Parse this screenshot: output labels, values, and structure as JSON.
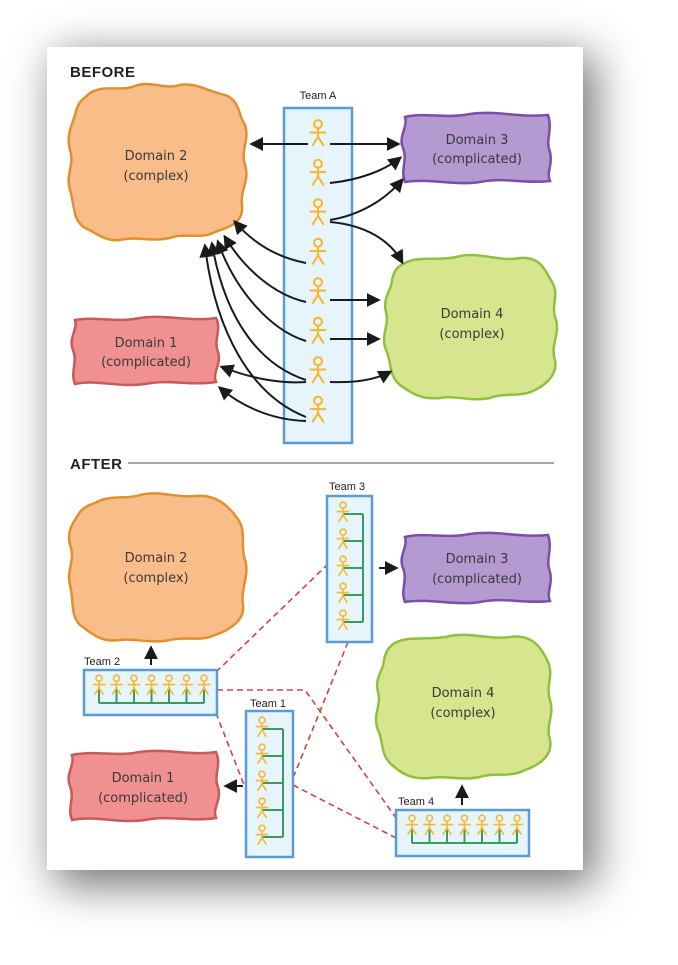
{
  "sections": {
    "before": "BEFORE",
    "after": "AFTER"
  },
  "colors": {
    "complex_orange_fill": "#f9bd8a",
    "complex_orange_stroke": "#e0902e",
    "complicated_purple_fill": "#b49ad0",
    "complicated_purple_stroke": "#7a4fa8",
    "complex_green_fill": "#d8e58f",
    "complex_green_stroke": "#8ec13e",
    "complicated_red_fill": "#f09090",
    "complicated_red_stroke": "#c75a5a",
    "team_box_fill": "#e6f4fc",
    "team_box_stroke": "#5b9bd0",
    "person": "#f7b830",
    "team_link": "#3c9a5f",
    "dashed_link": "#d94040",
    "arrow": "#1a1a1a"
  },
  "before": {
    "team": {
      "label": "Team A",
      "members": 8
    },
    "domains": [
      {
        "id": "d2",
        "name": "Domain 2",
        "type": "(complex)"
      },
      {
        "id": "d3",
        "name": "Domain 3",
        "type": "(complicated)"
      },
      {
        "id": "d4",
        "name": "Domain 4",
        "type": "(complex)"
      },
      {
        "id": "d1",
        "name": "Domain 1",
        "type": "(complicated)"
      }
    ]
  },
  "after": {
    "teams": [
      {
        "id": "t3",
        "label": "Team 3",
        "members": 5,
        "serves": "Domain 3"
      },
      {
        "id": "t2",
        "label": "Team 2",
        "members": 7,
        "serves": "Domain 2"
      },
      {
        "id": "t1",
        "label": "Team 1",
        "members": 5,
        "serves": "Domain 1"
      },
      {
        "id": "t4",
        "label": "Team 4",
        "members": 7,
        "serves": "Domain 4"
      }
    ],
    "domains": [
      {
        "id": "d2",
        "name": "Domain 2",
        "type": "(complex)"
      },
      {
        "id": "d3",
        "name": "Domain 3",
        "type": "(complicated)"
      },
      {
        "id": "d4",
        "name": "Domain 4",
        "type": "(complex)"
      },
      {
        "id": "d1",
        "name": "Domain 1",
        "type": "(complicated)"
      }
    ]
  }
}
